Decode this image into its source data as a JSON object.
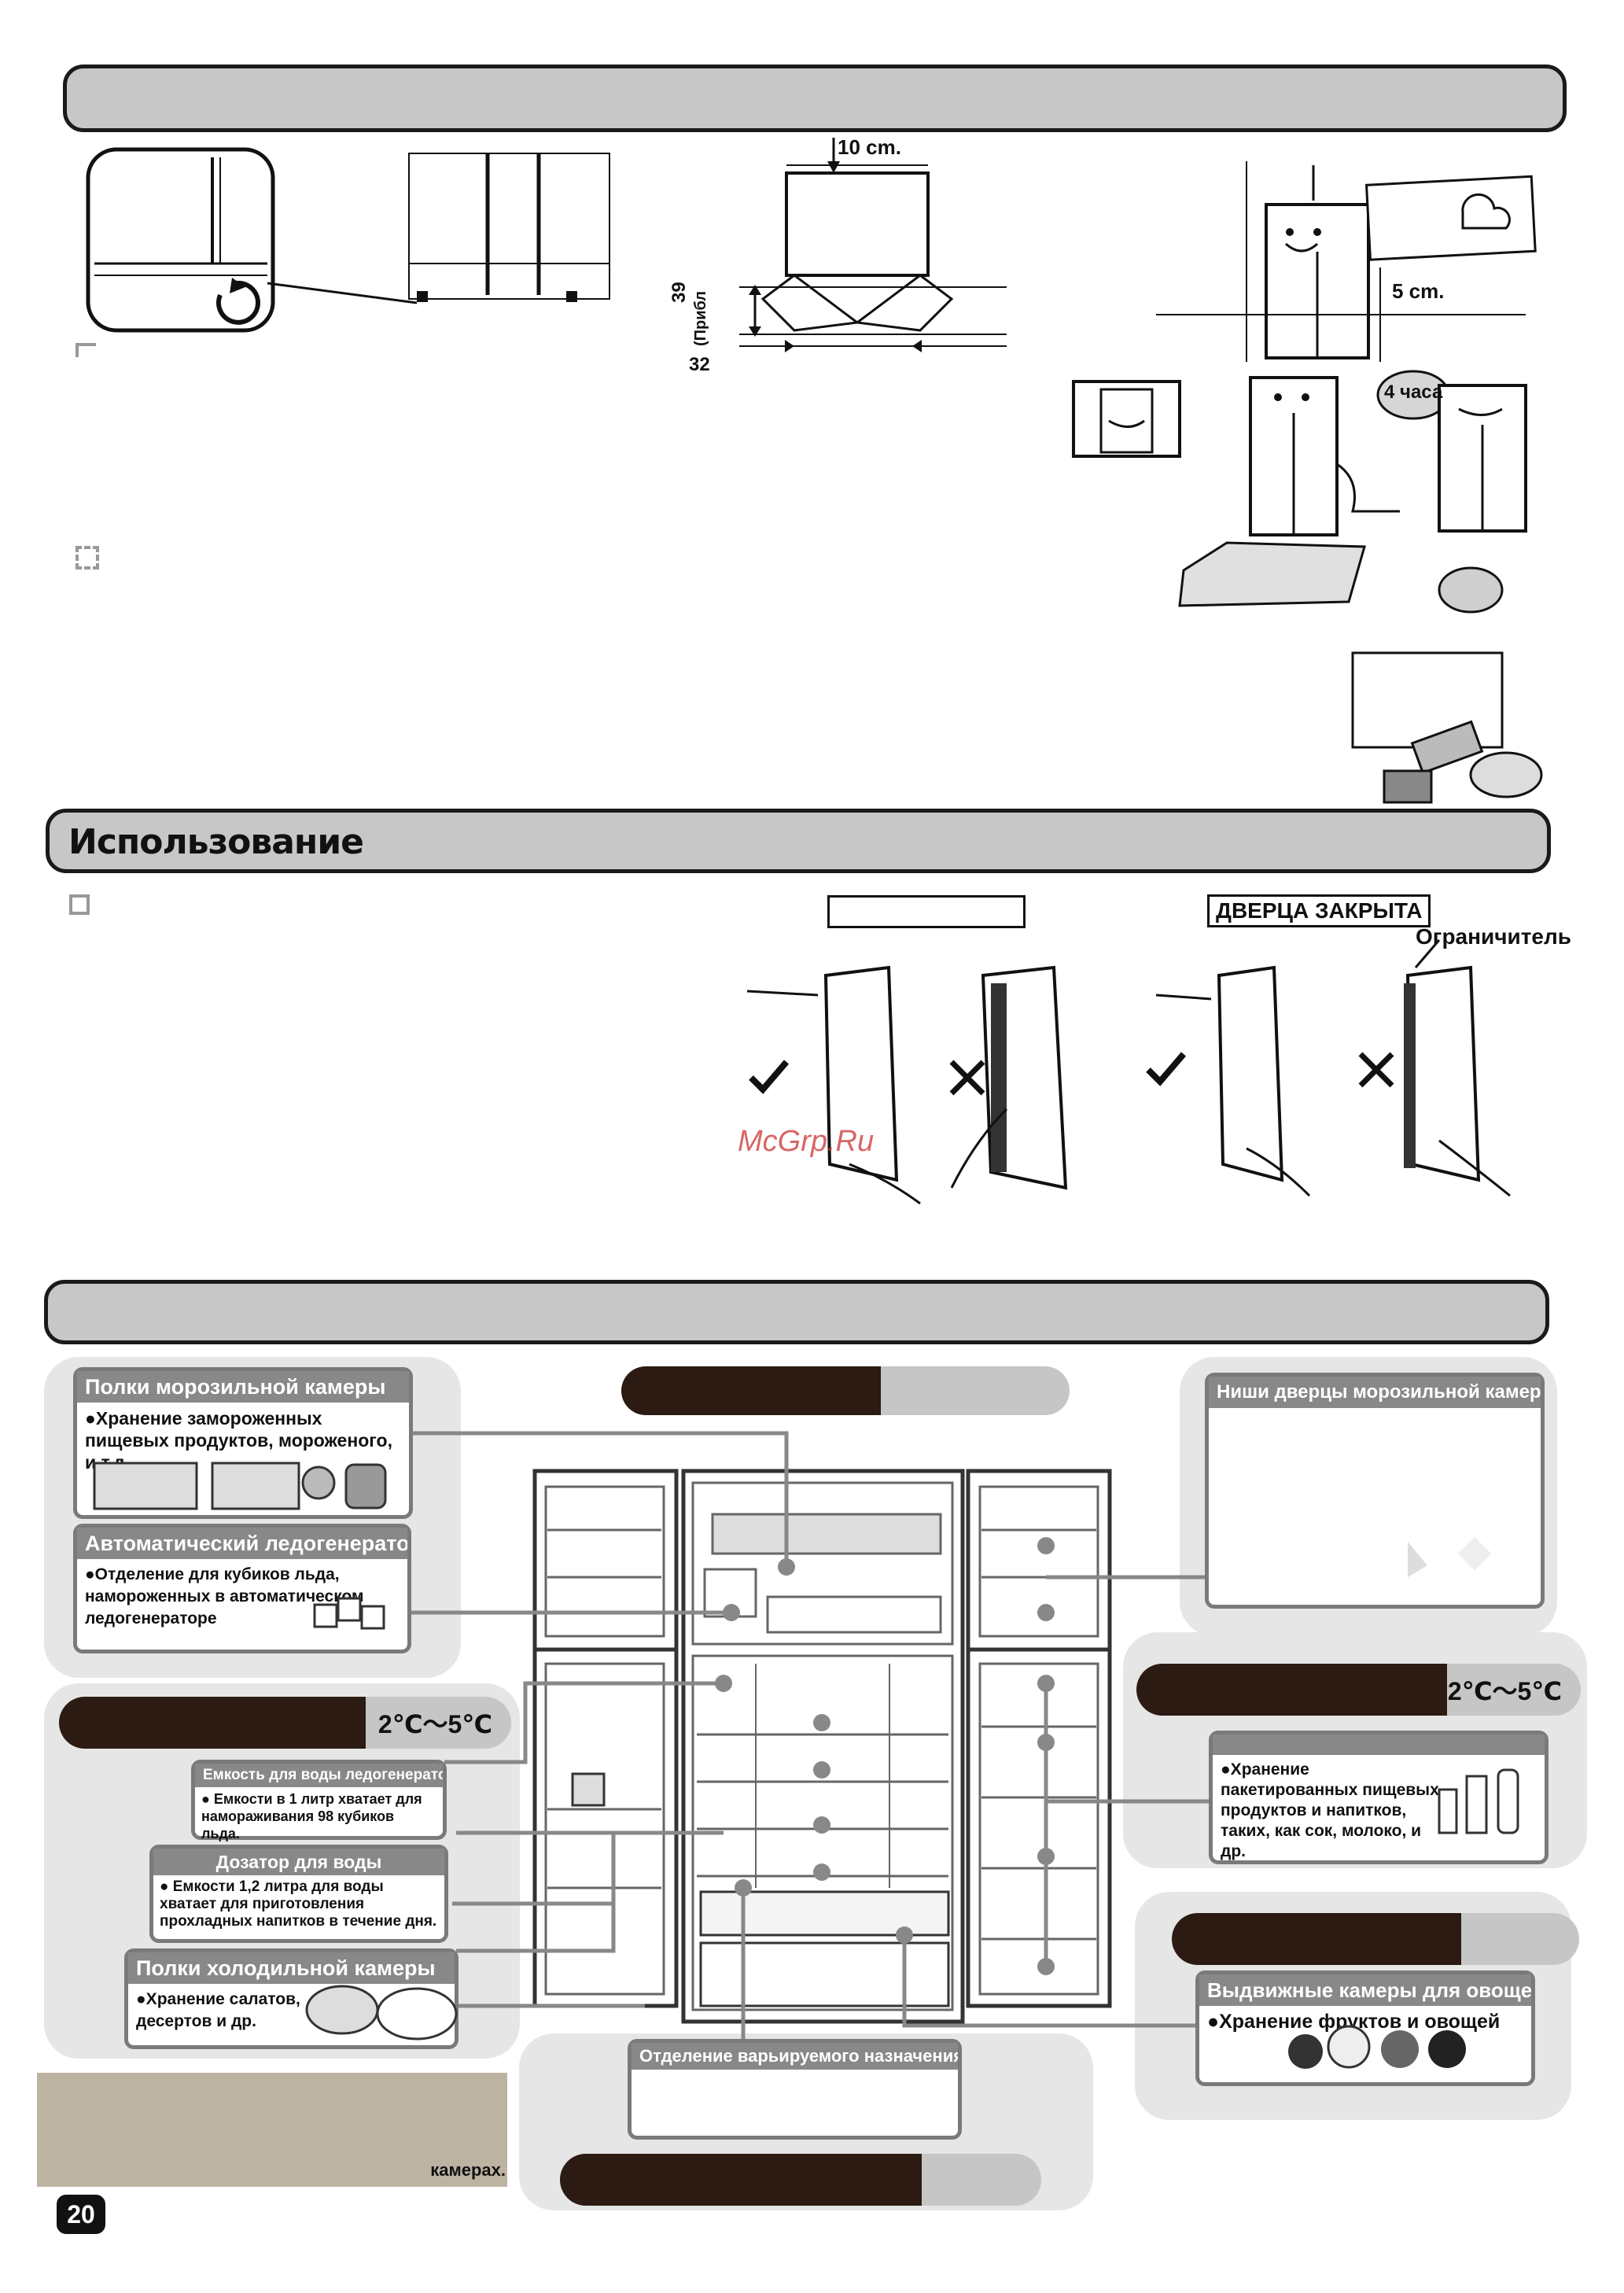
{
  "installation": {
    "dim_top": "10 cm.",
    "dim_side_a": "39",
    "dim_side_b": "(Прибл",
    "dim_bottom": "32",
    "dim_gap": "5 cm.",
    "timer": "4 часа"
  },
  "usage": {
    "title": "Использование",
    "door_closed_label": "ДВЕРЦА ЗАКРЫТА",
    "limiter_label": "Ограничитель",
    "watermark": "McGrp.Ru"
  },
  "labels": {
    "freezer_shelves": {
      "title": "Полки морозильной камеры",
      "text": "●Хранение замороженных пищевых продуктов, мороженого, и т.д."
    },
    "ice_maker": {
      "title": "Автоматический ледогенератор",
      "text": "●Отделение для кубиков льда, наморoженных в автоматическом ледогенераторе"
    },
    "freezer_door_niches": {
      "title": "Ниши дверцы морозильной камеры"
    },
    "fridge_temp_left": "2℃～5℃",
    "fridge_temp_right": "2℃～5℃",
    "water_tank": {
      "title": "Емкость для воды ледогенератора",
      "text": "● Емкости в 1 литр хватает для намораживания 98 кубиков льда."
    },
    "water_dispenser": {
      "title": "Дозатор для воды",
      "text": "● Емкости 1,2 литра для воды хватает для приготовления прохладных напитков в течение дня."
    },
    "fridge_shelves": {
      "title": "Полки холодильной камеры",
      "text": "●Хранение салатов, десертов и др."
    },
    "packaged_food": {
      "text": "●Хранение пакетированных пищевых продуктов и напитков, таких, как сок, молоко, и др."
    },
    "vegetable_drawers": {
      "title": "Выдвижные камеры для овощей",
      "text": "●Хранение фруктов и овощей"
    },
    "variable_compartment": {
      "title": "Отделение варьируемого назначения"
    },
    "note_tail": "камерах."
  },
  "page_number": "20",
  "colors": {
    "header_fill": "#c7c7c7",
    "label_border": "#7a7a7a",
    "pill_dark": "#2b1b12",
    "panel_bg": "#e6e6e6",
    "note_bg": "#bdb3a2"
  }
}
